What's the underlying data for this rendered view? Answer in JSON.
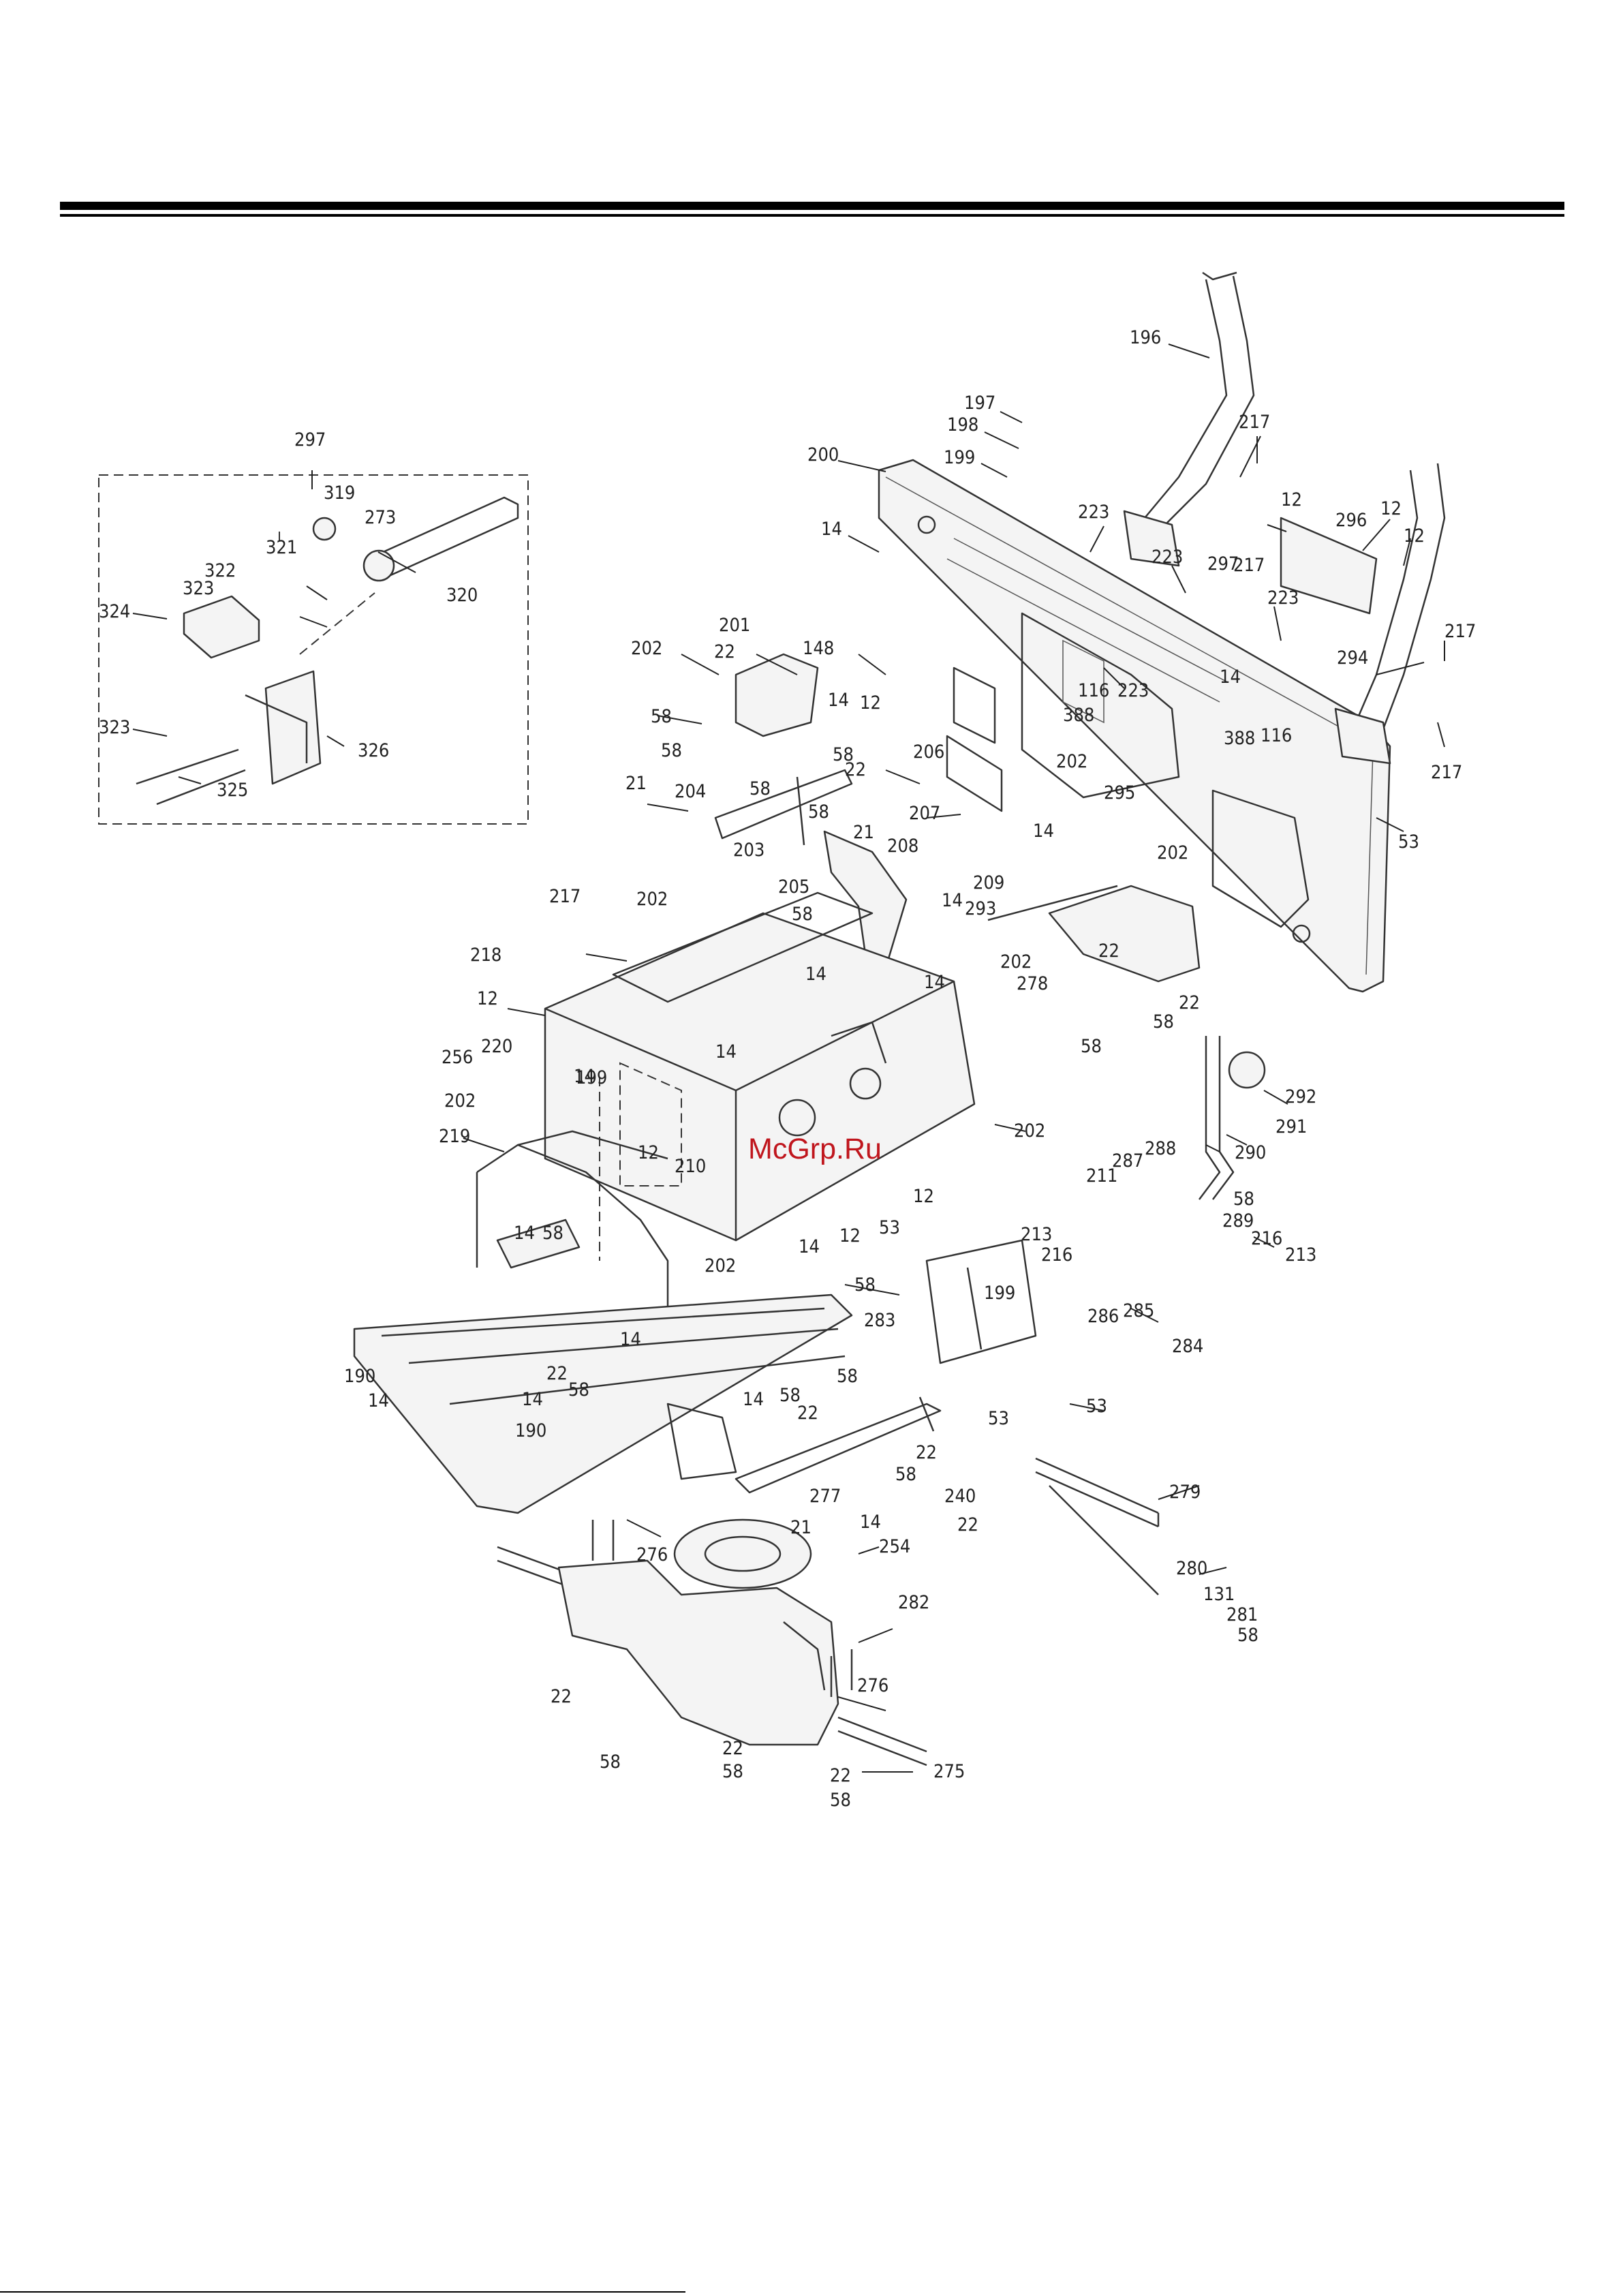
{
  "watermark": "McGrp.Ru",
  "callouts": [
    {
      "id": "lbl-196",
      "text": "196"
    },
    {
      "id": "lbl-197",
      "text": "197"
    },
    {
      "id": "lbl-198",
      "text": "198"
    },
    {
      "id": "lbl-199a",
      "text": "199"
    },
    {
      "id": "lbl-200",
      "text": "200"
    },
    {
      "id": "lbl-14a",
      "text": "14"
    },
    {
      "id": "lbl-217a",
      "text": "217"
    },
    {
      "id": "lbl-223a",
      "text": "223"
    },
    {
      "id": "lbl-223b",
      "text": "223"
    },
    {
      "id": "lbl-12a",
      "text": "12"
    },
    {
      "id": "lbl-296",
      "text": "296"
    },
    {
      "id": "lbl-12b",
      "text": "12"
    },
    {
      "id": "lbl-12c",
      "text": "12"
    },
    {
      "id": "lbl-297a",
      "text": "297"
    },
    {
      "id": "lbl-217b",
      "text": "217"
    },
    {
      "id": "lbl-223c",
      "text": "223"
    },
    {
      "id": "lbl-217c",
      "text": "217"
    },
    {
      "id": "lbl-294",
      "text": "294"
    },
    {
      "id": "lbl-14b",
      "text": "14"
    },
    {
      "id": "lbl-116a",
      "text": "116"
    },
    {
      "id": "lbl-223d",
      "text": "223"
    },
    {
      "id": "lbl-388a",
      "text": "388"
    },
    {
      "id": "lbl-388b",
      "text": "388"
    },
    {
      "id": "lbl-116b",
      "text": "116"
    },
    {
      "id": "lbl-202a",
      "text": "202"
    },
    {
      "id": "lbl-295",
      "text": "295"
    },
    {
      "id": "lbl-217d",
      "text": "217"
    },
    {
      "id": "lbl-202b",
      "text": "202"
    },
    {
      "id": "lbl-53a",
      "text": "53"
    },
    {
      "id": "lbl-297b",
      "text": "297"
    },
    {
      "id": "lbl-319",
      "text": "319"
    },
    {
      "id": "lbl-273",
      "text": "273"
    },
    {
      "id": "lbl-321",
      "text": "321"
    },
    {
      "id": "lbl-322",
      "text": "322"
    },
    {
      "id": "lbl-323a",
      "text": "323"
    },
    {
      "id": "lbl-324",
      "text": "324"
    },
    {
      "id": "lbl-320",
      "text": "320"
    },
    {
      "id": "lbl-323b",
      "text": "323"
    },
    {
      "id": "lbl-326",
      "text": "326"
    },
    {
      "id": "lbl-325",
      "text": "325"
    },
    {
      "id": "lbl-201",
      "text": "201"
    },
    {
      "id": "lbl-202c",
      "text": "202"
    },
    {
      "id": "lbl-22a",
      "text": "22"
    },
    {
      "id": "lbl-148",
      "text": "148"
    },
    {
      "id": "lbl-12d",
      "text": "12"
    },
    {
      "id": "lbl-58a",
      "text": "58"
    },
    {
      "id": "lbl-14c",
      "text": "14"
    },
    {
      "id": "lbl-58b",
      "text": "58"
    },
    {
      "id": "lbl-22b",
      "text": "22"
    },
    {
      "id": "lbl-58c",
      "text": "58"
    },
    {
      "id": "lbl-58d",
      "text": "58"
    },
    {
      "id": "lbl-206",
      "text": "206"
    },
    {
      "id": "lbl-21a",
      "text": "21"
    },
    {
      "id": "lbl-204",
      "text": "204"
    },
    {
      "id": "lbl-58e",
      "text": "58"
    },
    {
      "id": "lbl-207",
      "text": "207"
    },
    {
      "id": "lbl-203",
      "text": "203"
    },
    {
      "id": "lbl-21b",
      "text": "21"
    },
    {
      "id": "lbl-208",
      "text": "208"
    },
    {
      "id": "lbl-14d",
      "text": "14"
    },
    {
      "id": "lbl-14e",
      "text": "14"
    },
    {
      "id": "lbl-209",
      "text": "209"
    },
    {
      "id": "lbl-205",
      "text": "205"
    },
    {
      "id": "lbl-217e",
      "text": "217"
    },
    {
      "id": "lbl-202d",
      "text": "202"
    },
    {
      "id": "lbl-58f",
      "text": "58"
    },
    {
      "id": "lbl-218",
      "text": "218"
    },
    {
      "id": "lbl-14f",
      "text": "14"
    },
    {
      "id": "lbl-14g",
      "text": "14"
    },
    {
      "id": "lbl-12e",
      "text": "12"
    },
    {
      "id": "lbl-14h",
      "text": "14"
    },
    {
      "id": "lbl-256",
      "text": "256"
    },
    {
      "id": "lbl-220",
      "text": "220"
    },
    {
      "id": "lbl-14i",
      "text": "14"
    },
    {
      "id": "lbl-199b",
      "text": "199"
    },
    {
      "id": "lbl-202e",
      "text": "202"
    },
    {
      "id": "lbl-12f",
      "text": "12"
    },
    {
      "id": "lbl-210",
      "text": "210"
    },
    {
      "id": "lbl-202f",
      "text": "202"
    },
    {
      "id": "lbl-219",
      "text": "219"
    },
    {
      "id": "lbl-12g",
      "text": "12"
    },
    {
      "id": "lbl-58g",
      "text": "58"
    },
    {
      "id": "lbl-53b",
      "text": "53"
    },
    {
      "id": "lbl-12h",
      "text": "12"
    },
    {
      "id": "lbl-14j",
      "text": "14"
    },
    {
      "id": "lbl-202g",
      "text": "202"
    },
    {
      "id": "lbl-14k",
      "text": "14"
    },
    {
      "id": "lbl-293",
      "text": "293"
    },
    {
      "id": "lbl-202h",
      "text": "202"
    },
    {
      "id": "lbl-22c",
      "text": "22"
    },
    {
      "id": "lbl-278",
      "text": "278"
    },
    {
      "id": "lbl-58h",
      "text": "58"
    },
    {
      "id": "lbl-22d",
      "text": "22"
    },
    {
      "id": "lbl-58i",
      "text": "58"
    },
    {
      "id": "lbl-292",
      "text": "292"
    },
    {
      "id": "lbl-291",
      "text": "291"
    },
    {
      "id": "lbl-290",
      "text": "290"
    },
    {
      "id": "lbl-288",
      "text": "288"
    },
    {
      "id": "lbl-287",
      "text": "287"
    },
    {
      "id": "lbl-211",
      "text": "211"
    },
    {
      "id": "lbl-58j",
      "text": "58"
    },
    {
      "id": "lbl-289",
      "text": "289"
    },
    {
      "id": "lbl-213a",
      "text": "213"
    },
    {
      "id": "lbl-216a",
      "text": "216"
    },
    {
      "id": "lbl-216b",
      "text": "216"
    },
    {
      "id": "lbl-213b",
      "text": "213"
    },
    {
      "id": "lbl-286",
      "text": "286"
    },
    {
      "id": "lbl-285",
      "text": "285"
    },
    {
      "id": "lbl-284",
      "text": "284"
    },
    {
      "id": "lbl-58k",
      "text": "58"
    },
    {
      "id": "lbl-199c",
      "text": "199"
    },
    {
      "id": "lbl-283",
      "text": "283"
    },
    {
      "id": "lbl-58l",
      "text": "58"
    },
    {
      "id": "lbl-53c",
      "text": "53"
    },
    {
      "id": "lbl-53d",
      "text": "53"
    },
    {
      "id": "lbl-14l",
      "text": "14"
    },
    {
      "id": "lbl-14m",
      "text": "14"
    },
    {
      "id": "lbl-190a",
      "text": "190"
    },
    {
      "id": "lbl-22e",
      "text": "22"
    },
    {
      "id": "lbl-58m",
      "text": "58"
    },
    {
      "id": "lbl-14n",
      "text": "14"
    },
    {
      "id": "lbl-190b",
      "text": "190"
    },
    {
      "id": "lbl-14o",
      "text": "14"
    },
    {
      "id": "lbl-58n",
      "text": "58"
    },
    {
      "id": "lbl-22f",
      "text": "22"
    },
    {
      "id": "lbl-22g",
      "text": "22"
    },
    {
      "id": "lbl-58o",
      "text": "58"
    },
    {
      "id": "lbl-277",
      "text": "277"
    },
    {
      "id": "lbl-21c",
      "text": "21"
    },
    {
      "id": "lbl-240",
      "text": "240"
    },
    {
      "id": "lbl-22h",
      "text": "22"
    },
    {
      "id": "lbl-279",
      "text": "279"
    },
    {
      "id": "lbl-276a",
      "text": "276"
    },
    {
      "id": "lbl-14p",
      "text": "14"
    },
    {
      "id": "lbl-254",
      "text": "254"
    },
    {
      "id": "lbl-282",
      "text": "282"
    },
    {
      "id": "lbl-276b",
      "text": "276"
    },
    {
      "id": "lbl-280",
      "text": "280"
    },
    {
      "id": "lbl-131",
      "text": "131"
    },
    {
      "id": "lbl-281",
      "text": "281"
    },
    {
      "id": "lbl-58p",
      "text": "58"
    },
    {
      "id": "lbl-22i",
      "text": "22"
    },
    {
      "id": "lbl-58q",
      "text": "58"
    },
    {
      "id": "lbl-22j",
      "text": "22"
    },
    {
      "id": "lbl-58r",
      "text": "58"
    },
    {
      "id": "lbl-22k",
      "text": "22"
    },
    {
      "id": "lbl-58s",
      "text": "58"
    },
    {
      "id": "lbl-275",
      "text": "275"
    }
  ]
}
